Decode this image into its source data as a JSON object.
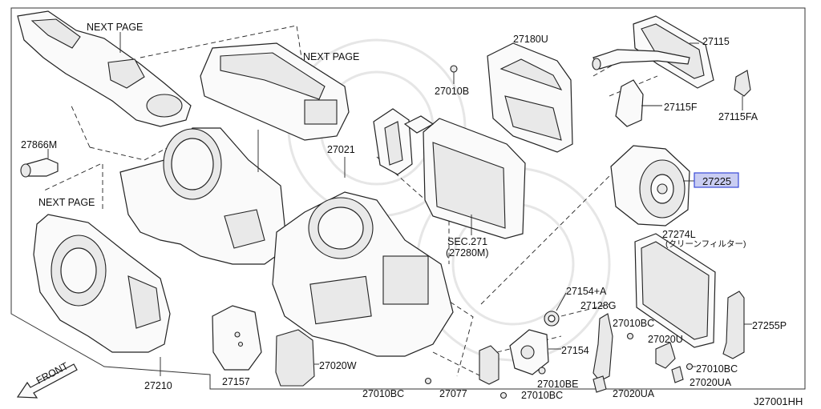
{
  "diagram": {
    "part_number_code": "J27001HH",
    "highlighted_callout": "27225",
    "accent_colors": {
      "highlight_fill": "#c9cdf2",
      "highlight_stroke": "#3a4ad8"
    },
    "front_arrow_label": "FRONT",
    "callouts": {
      "next_page_top": "NEXT PAGE",
      "next_page_mid": "NEXT PAGE",
      "next_page_left": "NEXT PAGE",
      "c27866M": "27866M",
      "c27021": "27021",
      "c27180U": "27180U",
      "c27010B": "27010B",
      "c27115": "27115",
      "c27115F": "27115F",
      "c27115FA": "27115FA",
      "c27225": "27225",
      "sec271": "SEC.271",
      "sec271_sub": "(27280M)",
      "c27274L": "27274L",
      "c27274L_sub": "(クリーンフィルター)",
      "c27154A": "27154+A",
      "c27128G": "27128G",
      "c27010BC_a": "27010BC",
      "c27020U": "27020U",
      "c27255P": "27255P",
      "c27154": "27154",
      "c27010BE": "27010BE",
      "c27010BC_b": "27010BC",
      "c27020UA_a": "27020UA",
      "c27020UA_b": "27020UA",
      "c27020W": "27020W",
      "c27157": "27157",
      "c27210": "27210",
      "c27010BC_c": "27010BC",
      "c27077": "27077",
      "c27010BC_d": "27010BC"
    }
  }
}
